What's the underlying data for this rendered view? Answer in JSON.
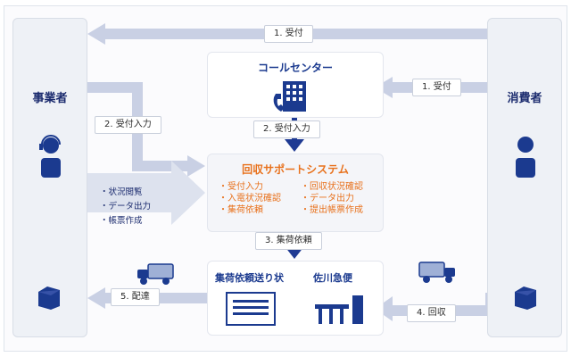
{
  "actors": {
    "left": "事業者",
    "right": "消費者"
  },
  "call_center": {
    "title": "コールセンター"
  },
  "support_system": {
    "title": "回収サポートシステム",
    "left_items": [
      "・受付入力",
      "・入電状況確認",
      "・集荷依頼"
    ],
    "right_items": [
      "・回収状況確認",
      "・データ出力",
      "・提出帳票作成"
    ]
  },
  "shipping": {
    "slip_label": "集荷依頼送り状",
    "carrier_label": "佐川急便"
  },
  "business_functions": [
    "・状況閲覧",
    "・データ出力",
    "・帳票作成"
  ],
  "steps": {
    "top_receive": "1. 受付",
    "right_receive": "1. 受付",
    "left_input": "2. 受付入力",
    "center_input": "2. 受付入力",
    "pickup_request": "3. 集荷依頼",
    "collect": "4. 回収",
    "deliver": "5. 配達"
  },
  "colors": {
    "arrow": "#c9d0e4",
    "accent_blue": "#1b3a8f",
    "accent_orange": "#e8711c",
    "dark_arrow": "#1f3a93"
  },
  "icons": [
    "person-headset-icon",
    "building-phone-icon",
    "person-icon",
    "truck-icon",
    "box-icon",
    "document-icon",
    "warehouse-icon"
  ]
}
